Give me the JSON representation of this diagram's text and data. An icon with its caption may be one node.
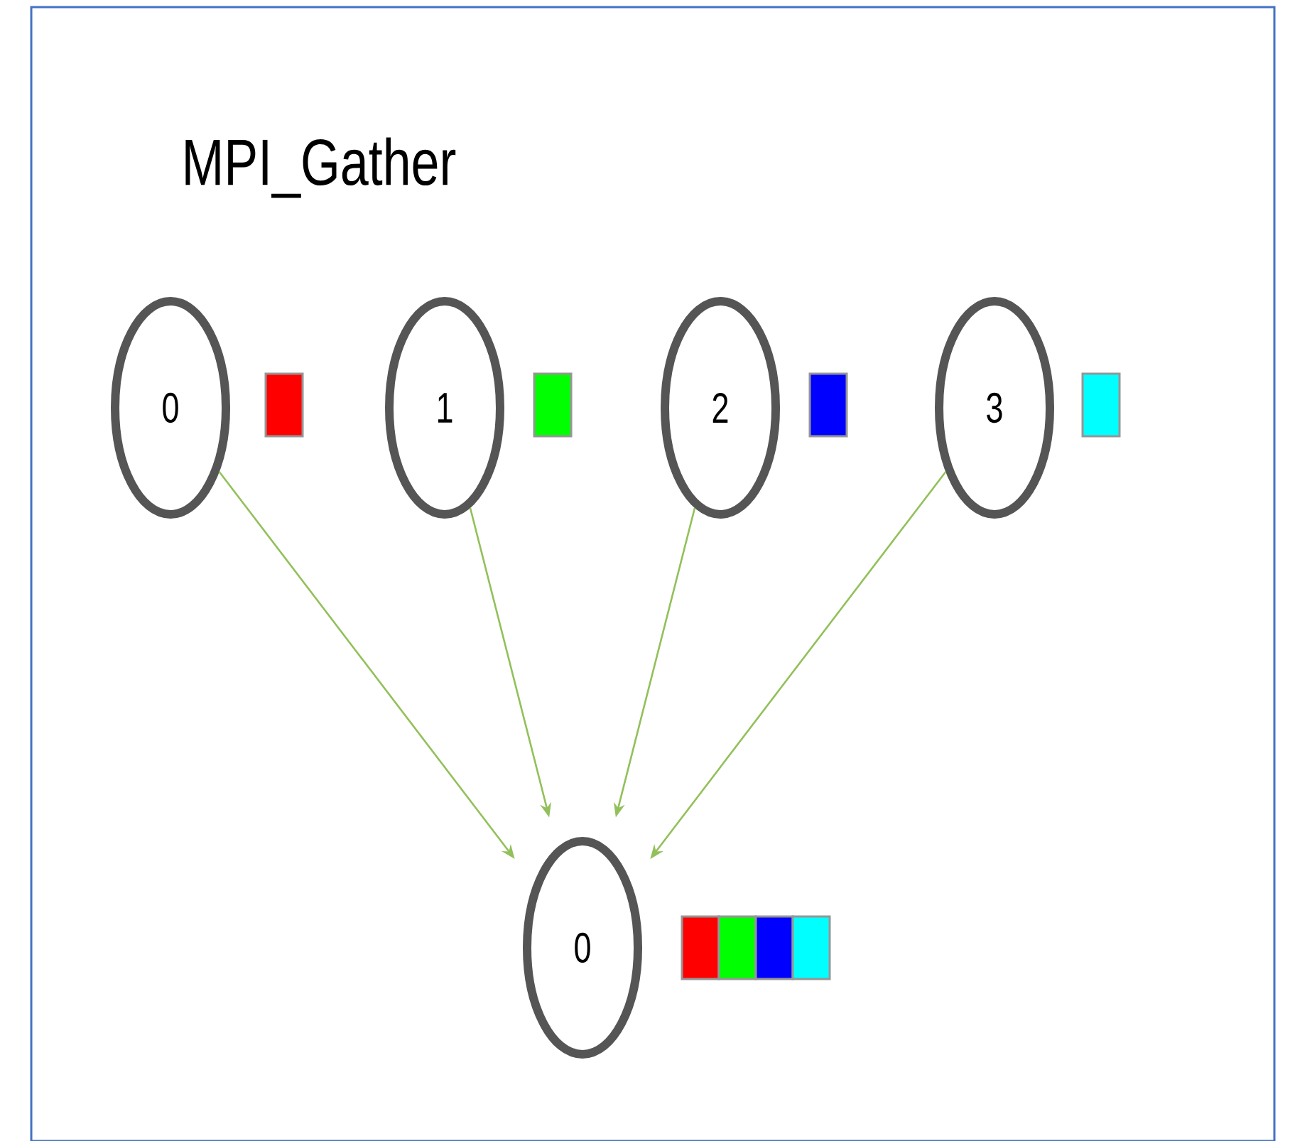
{
  "diagram": {
    "title": "MPI_Gather",
    "nodes": [
      {
        "text": [
          "0"
        ]
      },
      {
        "text": [
          "1"
        ]
      },
      {
        "text": [
          "2"
        ]
      },
      {
        "text": [
          "3"
        ]
      },
      {
        "text": [
          "0"
        ]
      }
    ],
    "edges": [
      {
        "from": 0,
        "to": 4,
        "arrow": "to"
      },
      {
        "from": 1,
        "to": 4,
        "arrow": "to"
      },
      {
        "from": 2,
        "to": 4,
        "arrow": "to"
      },
      {
        "from": 3,
        "to": 4,
        "arrow": "to"
      }
    ]
  }
}
